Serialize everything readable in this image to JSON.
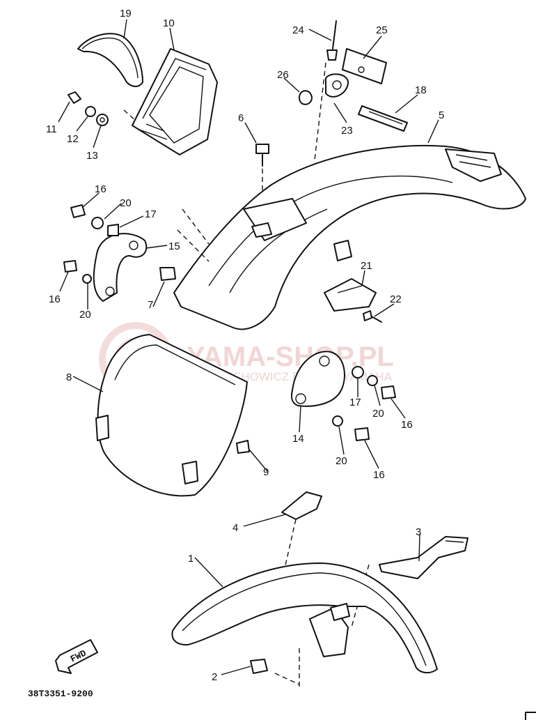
{
  "labels": {
    "l1": "1",
    "l2": "2",
    "l3": "3",
    "l4": "4",
    "l5": "5",
    "l6": "6",
    "l7": "7",
    "l8": "8",
    "l9": "9",
    "l10": "10",
    "l11": "11",
    "l12": "12",
    "l13": "13",
    "l14": "14",
    "l15": "15",
    "l16a": "16",
    "l16b": "16",
    "l16c": "16",
    "l16d": "16",
    "l17a": "17",
    "l17b": "17",
    "l18": "18",
    "l19": "19",
    "l20a": "20",
    "l20b": "20",
    "l20c": "20",
    "l20d": "20",
    "l21": "21",
    "l22": "22",
    "l23": "23",
    "l24": "24",
    "l25": "25",
    "l26": "26"
  },
  "fwd_label": "FWD",
  "part_code": "38T3351-9200",
  "watermark": {
    "site": "YAMA-SHOP.PL",
    "tagline": "WOJCIECHOWICZ DEALER YAMAHA"
  },
  "colors": {
    "line": "#111111",
    "watermark": "#e8b4b4"
  }
}
